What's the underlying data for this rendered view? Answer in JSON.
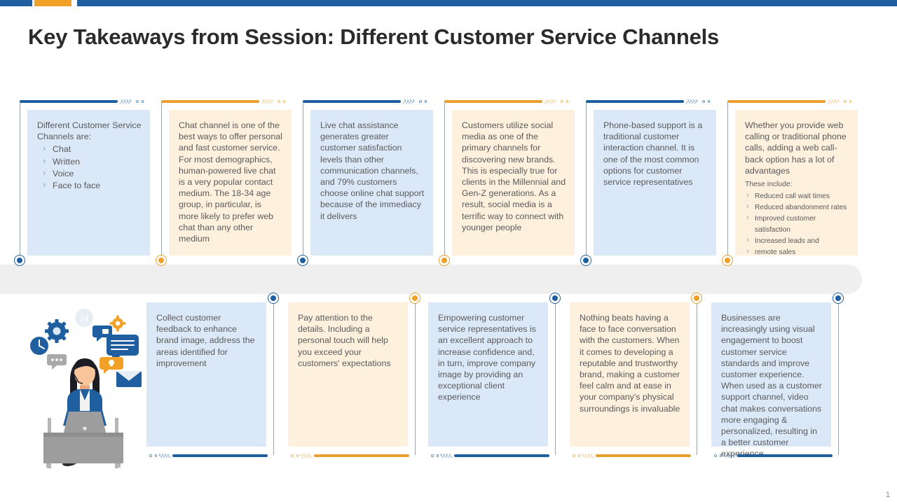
{
  "slide": {
    "title": "Key Takeaways from Session: Different Customer Service Channels",
    "page_number": "1"
  },
  "colors": {
    "brand_blue": "#1f5fa0",
    "brand_orange": "#f2a128",
    "card_blue_bg": "#dbe8f8",
    "card_orange_bg": "#fdf0dd",
    "band_gray": "#efefef",
    "body_text": "#5a5a5a"
  },
  "top_row": [
    {
      "id": "card-channels",
      "accent": "blue",
      "heading": "Different  Customer Service  Channels  are:",
      "bullets": [
        "Chat",
        "Written",
        "Voice",
        "Face to face"
      ],
      "body": ""
    },
    {
      "id": "card-chat",
      "accent": "orange",
      "heading": "",
      "bullets": [],
      "body": "Chat channel is one of the best ways to offer personal and fast customer service. For most demographics, human-powered  live chat is a very  popular  contact medium. The 18-34  age group, in particular, is more likely to prefer  web chat than any other medium"
    },
    {
      "id": "card-live-chat",
      "accent": "blue",
      "heading": "",
      "bullets": [],
      "body": "Live  chat assistance generates  greater customer satisfaction levels  than other communication channels, and 79% customers choose online chat support  because of the immediacy it delivers"
    },
    {
      "id": "card-social-media",
      "accent": "orange",
      "heading": "",
      "bullets": [],
      "body": "Customers utilize social media  as one  of the primary  channels  for discovering  new brands. This is especially true for clients in the Millennial and Gen-Z generations. As a result, social media is a terrific  way to connect with younger  people"
    },
    {
      "id": "card-phone",
      "accent": "blue",
      "heading": "",
      "bullets": [],
      "body": "Phone-based  support is a traditional  customer interaction channel. It is one of the most common options for customer service  representatives"
    },
    {
      "id": "card-callback",
      "accent": "orange",
      "heading": "",
      "bullets": [],
      "body": "Whether you provide  web calling or traditional  phone calls, adding a web call-back option has a lot of advantages",
      "sub_intro": "These include:",
      "sub_bullets": [
        "Reduced call wait times",
        "Reduced abandonment rates",
        "Improved  customer satisfaction",
        "Increased leads and",
        "remote sales"
      ]
    }
  ],
  "bottom_row": [
    {
      "id": "card-feedback",
      "accent": "blue",
      "body": "Collect customer feedback to enhance brand image, address the areas identified  for improvement"
    },
    {
      "id": "card-details",
      "accent": "orange",
      "body": "Pay attention to the details. Including a personal touch will help you exceed your customers' expectations"
    },
    {
      "id": "card-empowering",
      "accent": "blue",
      "body": "Empowering  customer service representatives  is an excellent approach to increase confidence and, in turn, improve  company image by providing  an exceptional client experience"
    },
    {
      "id": "card-face-to-face",
      "accent": "orange",
      "body": "Nothing beats having  a face to face conversation with the customers. When it comes to developing  a reputable and trustworthy brand, making a customer feel calm and at ease in your company's physical surroundings  is invaluable"
    },
    {
      "id": "card-video-chat",
      "accent": "blue",
      "body": "Businesses are increasingly using visual engagement  to boost customer service  standards and improve  customer experience. When used as a customer support channel, video  chat makes conversations  more engaging  & personalized, resulting in a better customer experience"
    }
  ],
  "illustration": {
    "name": "customer-service-agent-illustration",
    "icons": [
      "clock-icon",
      "gear-icon",
      "chat-dots-icon",
      "tag-icon",
      "speech-bubble-icon",
      "lightbulb-badge-icon",
      "envelope-icon",
      "24-7-icon"
    ]
  }
}
